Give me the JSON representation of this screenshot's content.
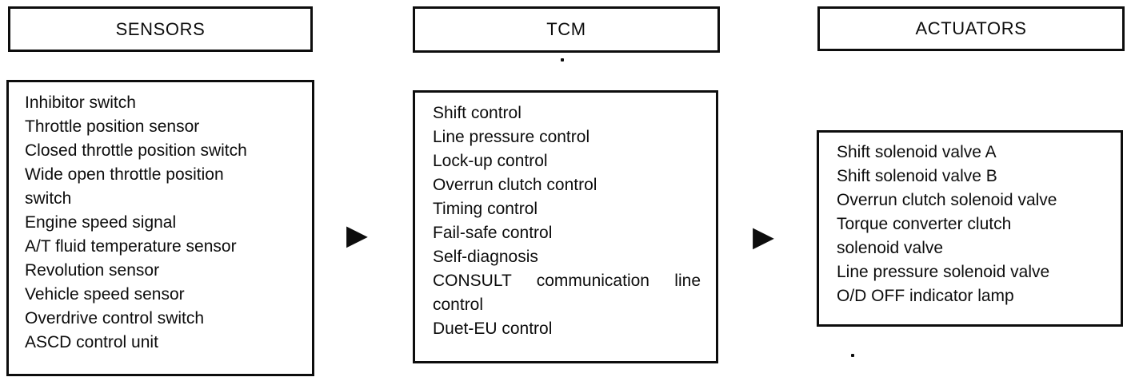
{
  "columns": [
    {
      "header": "SENSORS",
      "items": [
        "Inhibitor switch",
        "Throttle position sensor",
        "Closed throttle position switch",
        "Wide open throttle position switch",
        "Engine speed signal",
        "A/T fluid temperature sensor",
        "Revolution sensor",
        "Vehicle speed sensor",
        "Overdrive control switch",
        "ASCD control unit"
      ]
    },
    {
      "header": "TCM",
      "items": [
        "Shift control",
        "Line pressure control",
        "Lock-up control",
        "Overrun clutch control",
        "Timing control",
        "Fail-safe control",
        "Self-diagnosis",
        "CONSULT communication line control",
        "Duet-EU control"
      ]
    },
    {
      "header": "ACTUATORS",
      "items": [
        "Shift solenoid valve A",
        "Shift solenoid valve B",
        "Overrun clutch solenoid valve",
        "Torque converter clutch solenoid valve",
        "Line pressure solenoid valve",
        "O/D OFF indicator lamp"
      ]
    }
  ],
  "icons": {
    "flow_arrow": "▶"
  },
  "colors": {
    "ink": "#0d0d0d",
    "background": "#ffffff"
  }
}
